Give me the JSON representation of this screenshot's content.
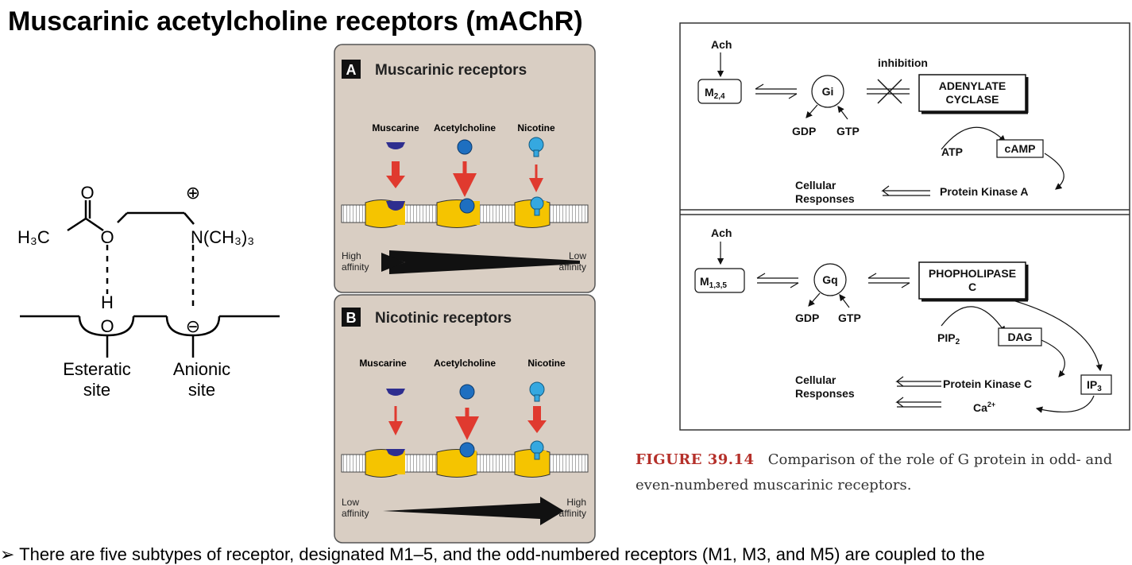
{
  "slide": {
    "title": "Muscarinic acetylcholine receptors (mAChR)",
    "footer_text": "➢  There are five subtypes of receptor, designated M1–5, and the odd-numbered receptors (M1, M3, and M5) are coupled to the"
  },
  "structure": {
    "oxygen": "O",
    "charge_plus": "⊕",
    "ch3_left": "H₃C",
    "ester_o": "O",
    "amine": "N(CH₃)₃",
    "hydrogen": "H",
    "site_o": "O",
    "charge_minus": "⊖",
    "esteratic_line1": "Esteratic",
    "esteratic_line2": "site",
    "anionic_line1": "Anionic",
    "anionic_line2": "site"
  },
  "receptors": {
    "panel_a": {
      "badge": "A",
      "title": "Muscarinic receptors",
      "ligands": [
        "Muscarine",
        "Acetylcholine",
        "Nicotine"
      ],
      "left_label_1": "High",
      "left_label_2": "affinity",
      "right_label_1": "Low",
      "right_label_2": "affinity"
    },
    "panel_b": {
      "badge": "B",
      "title": "Nicotinic receptors",
      "ligands": [
        "Muscarine",
        "Acetylcholine",
        "Nicotine"
      ],
      "left_label_1": "Low",
      "left_label_2": "affinity",
      "right_label_1": "High",
      "right_label_2": "affinity"
    },
    "colors": {
      "panel_bg": "#d9cec3",
      "membrane": "#f5c400",
      "arrow": "#e03a2f",
      "muscarine": "#2e2e8f",
      "ach": "#1e6fc0",
      "nicotine": "#35a8e0"
    }
  },
  "pathway": {
    "top": {
      "ach": "Ach",
      "receptor": "M",
      "receptor_sub": "2,4",
      "gprotein": "Gi",
      "gdp": "GDP",
      "gtp": "GTP",
      "inhibition": "inhibition",
      "enzyme_line1": "ADENYLATE",
      "enzyme_line2": "CYCLASE",
      "atp": "ATP",
      "camp": "cAMP",
      "cellular_1": "Cellular",
      "cellular_2": "Responses",
      "kinase": "Protein Kinase A"
    },
    "bottom": {
      "ach": "Ach",
      "receptor": "M",
      "receptor_sub": "1,3,5",
      "gprotein": "Gq",
      "gdp": "GDP",
      "gtp": "GTP",
      "enzyme_line1": "PHOPHOLIPASE",
      "enzyme_line2": "C",
      "pip": "PIP",
      "pip_sub": "2",
      "dag": "DAG",
      "ip": "IP",
      "ip_sub": "3",
      "cellular_1": "Cellular",
      "cellular_2": "Responses",
      "kinase": "Protein Kinase C",
      "calcium": "Ca",
      "calcium_sup": "2+"
    },
    "caption_label": "FIGURE 39.14",
    "caption_text": "Comparison of the role of G protein in odd- and even-numbered muscarinic receptors."
  }
}
